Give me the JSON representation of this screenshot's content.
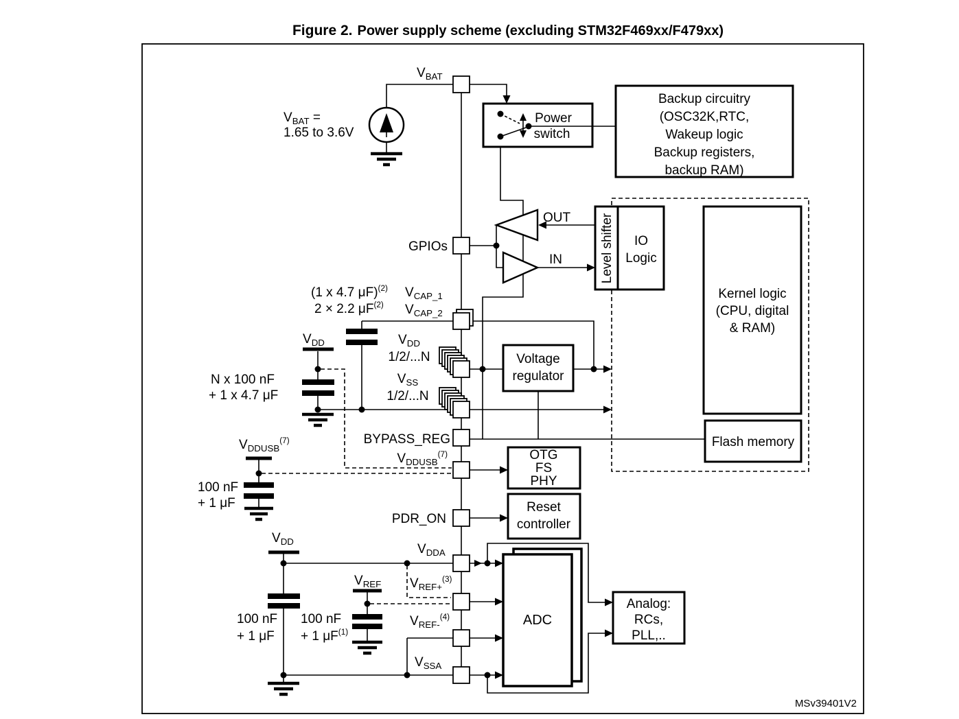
{
  "figure": {
    "title_prefix": "Figure 2.",
    "title": "Power supply scheme (excluding STM32F469xx/F479xx)",
    "watermark": "MSv39401V2"
  },
  "colors": {
    "ink": "#000000",
    "paper": "#ffffff"
  },
  "labels": {
    "vbat_source_l1": "V_{BAT} =",
    "vbat_source_l2": "1.65 to 3.6V",
    "vbat_pin": "V_{BAT}",
    "power_switch_l1": "Power",
    "power_switch_l2": "switch",
    "backup_l1": "Backup circuitry",
    "backup_l2": "(OSC32K,RTC,",
    "backup_l3": "Wakeup logic",
    "backup_l4": "Backup registers,",
    "backup_l5": "backup RAM)",
    "gpios": "GPIOs",
    "out": "OUT",
    "in": "IN",
    "level_shifter": "Level shifter",
    "io_logic_l1": "IO",
    "io_logic_l2": "Logic",
    "kernel_l1": "Kernel logic",
    "kernel_l2": "(CPU, digital",
    "kernel_l3": "& RAM)",
    "flash": "Flash memory",
    "cap_row1": "(1 x 4.7 μF)^{(2)}",
    "cap_row2": "2 × 2.2 μF^{(2)}",
    "vcap1": "V_{CAP_1}",
    "vcap2": "V_{CAP_2}",
    "vdd_left": "V_{DD}",
    "vdd_bus_l1": "V_{DD}",
    "vdd_bus_l2": "1/2/...N",
    "vss_bus_l1": "V_{SS}",
    "vss_bus_l2": "1/2/...N",
    "n_cap_l1": "N x 100 nF",
    "n_cap_l2": "+ 1 x 4.7 μF",
    "regulator_l1": "Voltage",
    "regulator_l2": "regulator",
    "bypass": "BYPASS_REG",
    "vddusb_pin": "V_{DDUSB}^{(7)}",
    "vddusb_ext": "V_{DDUSB}^{(7)}",
    "usb_cap_l1": "100 nF",
    "usb_cap_l2": "+ 1 μF",
    "otg_l1": "OTG",
    "otg_l2": "FS",
    "otg_l3": "PHY",
    "pdr_on": "PDR_ON",
    "reset_l1": "Reset",
    "reset_l2": "controller",
    "vdd_bottom": "V_{DD}",
    "vdda": "V_{DDA}",
    "vref_plus": "V_{REF+}^{(3)}",
    "vref_minus": "V_{REF-}^{(4)}",
    "vssa": "V_{SSA}",
    "vref_rail": "V_{REF}",
    "cap_bottom_l1": "100 nF",
    "cap_bottom_l2": "+ 1 μF",
    "cap_vref_l1": "100 nF",
    "cap_vref_l2": "+ 1 μF^{(1)}",
    "adc": "ADC",
    "analog_l1": "Analog:",
    "analog_l2": "RCs,",
    "analog_l3": "PLL,.."
  }
}
